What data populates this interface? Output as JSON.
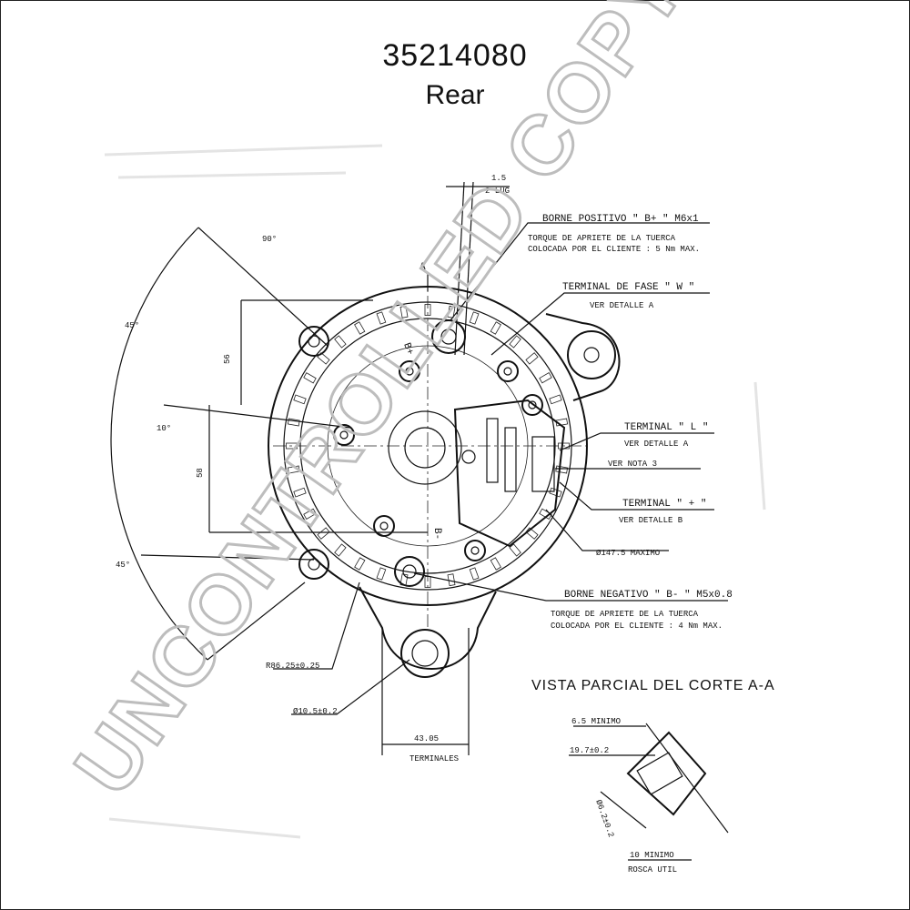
{
  "header": {
    "part_number": "35214080",
    "view": "Rear"
  },
  "watermark": "UNCONTROLLED COPY",
  "annotations": {
    "dim_top": "1.5",
    "dim_top_sub": "2 LUG",
    "borne_positivo": "BORNE POSITIVO \" B+ \" M6x1",
    "torque_pos_1": "TORQUE DE APRIETE DE LA TUERCA",
    "torque_pos_2": "COLOCADA POR EL CLIENTE : 5 Nm MAX.",
    "terminal_fase": "TERMINAL DE FASE \" W \"",
    "ver_detalle_a_1": "VER DETALLE A",
    "terminal_l": "TERMINAL \" L \"",
    "ver_detalle_a_2": "VER DETALLE A",
    "ver_nota": "VER NOTA 3",
    "terminal_plus": "TERMINAL \" + \"",
    "ver_detalle_b": "VER DETALLE B",
    "diam_max": "Ø147.5 MAXIMO",
    "borne_negativo": "BORNE NEGATIVO \" B- \" M5x0.8",
    "torque_neg_1": "TORQUE DE APRIETE DE LA TUERCA",
    "torque_neg_2": "COLOCADA POR EL CLIENTE : 4 Nm MAX.",
    "vista_parcial": "VISTA PARCIAL DEL CORTE A-A",
    "r_dim": "R86.25±0.25",
    "hole_dim": "Ø10.5±0.2",
    "bottom_dim": "43.05",
    "terminales": "TERMINALES",
    "ang_90": "90°",
    "ang_45_top": "45°",
    "ang_10": "10°",
    "ang_45_bot": "45°",
    "dim_56": "56",
    "dim_58": "58",
    "section_a": "A",
    "label_b_plus": "B+",
    "label_b_minus": "B-",
    "det_min_top": "6.5 MINIMO",
    "det_len": "19.7±0.2",
    "det_diam": "Ø6.2±0.2",
    "det_min_bot": "10 MINIMO",
    "det_rosca": "ROSCA UTIL"
  }
}
